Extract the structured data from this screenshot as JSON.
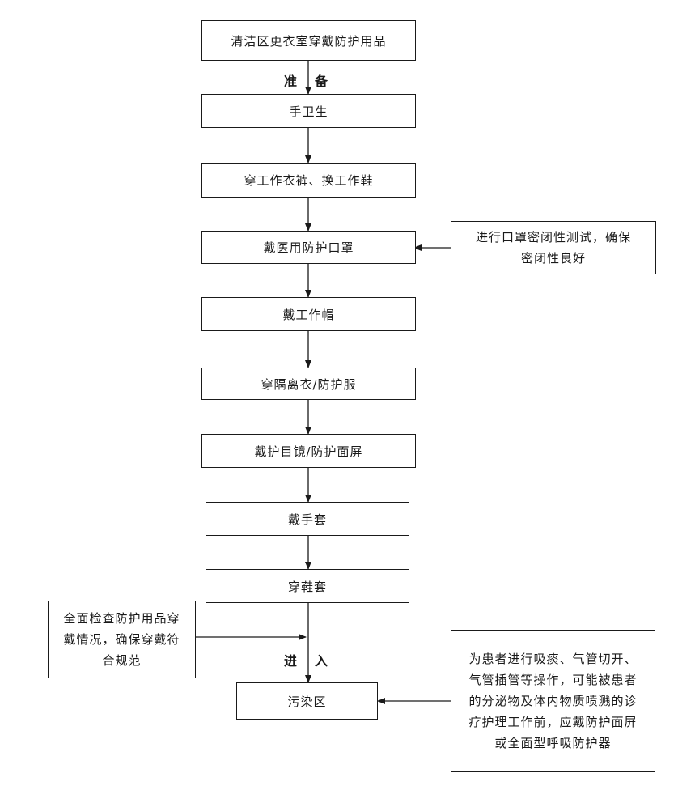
{
  "steps": [
    "清洁区更衣室穿戴防护用品",
    "手卫生",
    "穿工作衣裤、换工作鞋",
    "戴医用防护口罩",
    "戴工作帽",
    "穿隔离衣/防护服",
    "戴护目镜/防护面屏",
    "戴手套",
    "穿鞋套",
    "污染区"
  ],
  "labels": {
    "prepare_left": "准",
    "prepare_right": "备",
    "enter_left": "进",
    "enter_right": "入"
  },
  "notes": {
    "mask_test": {
      "line1": "进行口罩密闭性测试，确保",
      "line2": "密闭性良好"
    },
    "check": {
      "line1": "全面检查防护用品穿",
      "line2": "戴情况，确保穿戴符",
      "line3": "合规范"
    },
    "aerosol": {
      "line1": "为患者进行吸痰、气管切开、",
      "line2": "气管插管等操作，可能被患者",
      "line3": "的分泌物及体内物质喷溅的诊",
      "line4": "疗护理工作前，应戴防护面屏",
      "line5": "或全面型呼吸防护器"
    }
  }
}
